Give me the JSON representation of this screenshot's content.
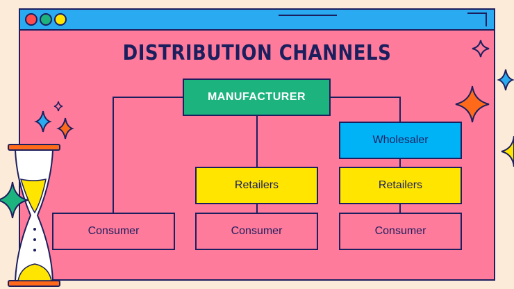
{
  "title": "DISTRIBUTION CHANNELS",
  "window": {
    "dots": [
      "#ff4d4d",
      "#1db37e",
      "#ffe500"
    ]
  },
  "nodes": {
    "manufacturer": "MANUFACTURER",
    "wholesaler": "Wholesaler",
    "retailers_1": "Retailers",
    "retailers_2": "Retailers",
    "consumer_1": "Consumer",
    "consumer_2": "Consumer",
    "consumer_3": "Consumer"
  },
  "colors": {
    "window_bg": "#ff7b9c",
    "titlebar": "#2aaaf0",
    "outline": "#1b1f5e",
    "manufacturer": "#1db37e",
    "wholesaler": "#00b3f7",
    "retailers": "#ffe500",
    "page_bg": "#fdebd9"
  },
  "decorations": [
    "sparkle-icon",
    "hourglass-icon"
  ]
}
